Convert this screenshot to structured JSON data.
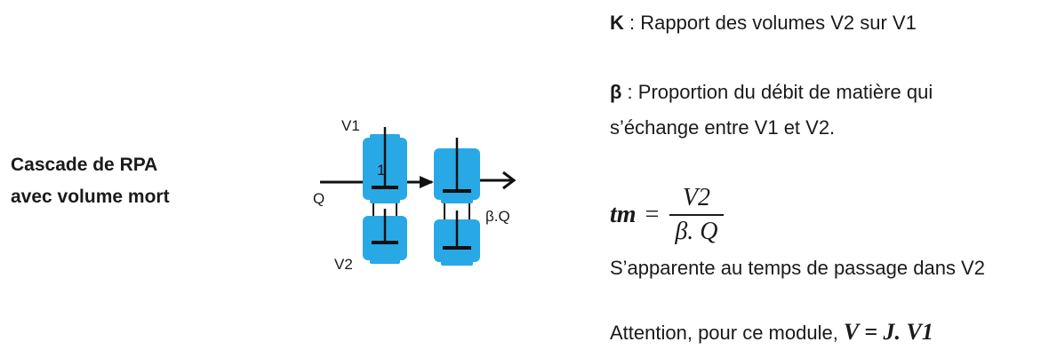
{
  "left": {
    "title_line1": "Cascade de RPA",
    "title_line2": "avec volume mort"
  },
  "diagram": {
    "label_v1": "V1",
    "label_v2": "V2",
    "label_q": "Q",
    "label_beta_q": "β.Q",
    "label_one": "1",
    "tank_color": "#29a8e6",
    "line_color": "#111111"
  },
  "definitions": {
    "k_symbol": "K",
    "k_text": " : Rapport des volumes V2 sur V1",
    "beta_symbol": "β",
    "beta_text_line1": " : Proportion du débit de matière qui",
    "beta_text_line2": "s’échange entre V1 et V2."
  },
  "formula": {
    "lhs": "tm",
    "equals": "=",
    "numerator": "V2",
    "denominator": "β. Q",
    "note": "S’apparente au temps de passage dans V2"
  },
  "attention": {
    "text": "Attention, pour ce module,",
    "equation": "V = J. V1"
  }
}
